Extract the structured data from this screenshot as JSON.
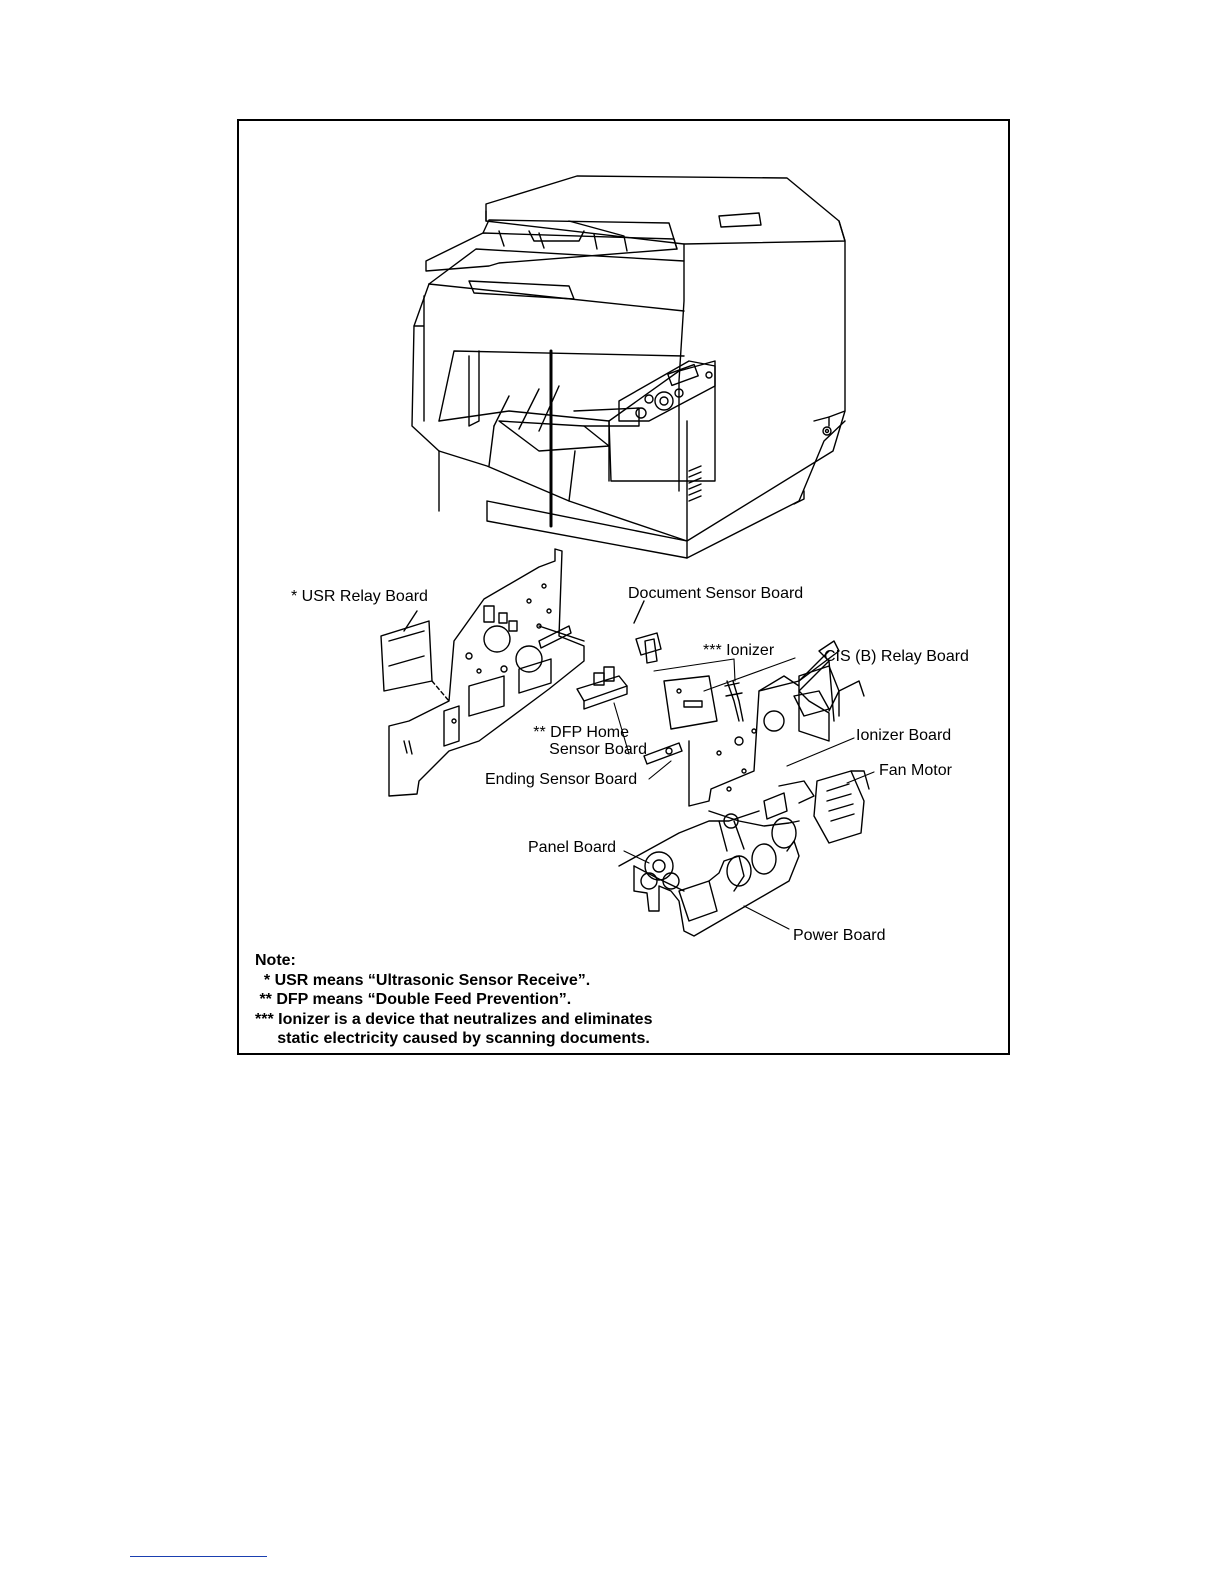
{
  "labels": {
    "usr_relay_board": "* USR Relay Board",
    "document_sensor_board": "Document Sensor Board",
    "ionizer": "*** Ionizer",
    "cis_b_relay_board": "CIS (B) Relay Board",
    "dfp_home_line1": "** DFP Home",
    "dfp_home_line2": "Sensor Board",
    "ending_sensor_board": "Ending Sensor Board",
    "ionizer_board": "Ionizer Board",
    "fan_motor": "Fan Motor",
    "panel_board": "Panel Board",
    "power_board": "Power Board"
  },
  "note": {
    "heading": "Note:",
    "lines": [
      "  * USR means “Ultrasonic Sensor Receive”.",
      " ** DFP means “Double Feed Prevention”.",
      "*** Ionizer is a device that neutralizes and eliminates",
      "     static electricity caused by scanning documents."
    ]
  }
}
